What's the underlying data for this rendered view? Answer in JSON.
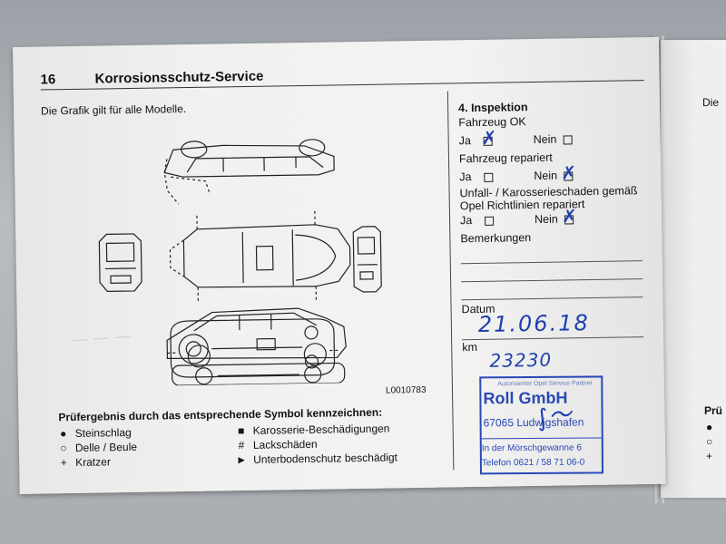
{
  "page": {
    "number": "16",
    "title": "Korrosionsschutz-Service",
    "intro": "Die Grafik gilt für alle Modelle.",
    "figure_code": "L0010783"
  },
  "legend": {
    "title": "Prüfergebnis durch das entsprechende Symbol kennzeichnen:",
    "items": [
      {
        "symbol": "●",
        "label": "Steinschlag"
      },
      {
        "symbol": "○",
        "label": "Delle / Beule"
      },
      {
        "symbol": "+",
        "label": "Kratzer"
      },
      {
        "symbol": "■",
        "label": "Karosserie-Beschädigungen"
      },
      {
        "symbol": "#",
        "label": "Lackschäden"
      },
      {
        "symbol": "►",
        "label": "Unterbodenschutz beschädigt"
      }
    ]
  },
  "inspection": {
    "title": "4. Inspektion",
    "q1": "Fahrzeug OK",
    "q2": "Fahrzeug repariert",
    "q3_line1": "Unfall- / Karosserieschaden gemäß",
    "q3_line2": "Opel Richtlinien repariert",
    "yes": "Ja",
    "no": "Nein",
    "remarks_label": "Bemerkungen",
    "date_label": "Datum",
    "date_value": "21.06.18",
    "km_label": "km",
    "km_value": "23230"
  },
  "stamp": {
    "small_text": "Autorisierter Opel Service Partner",
    "name": "Roll GmbH",
    "city": "67065 Ludwigshafen",
    "street": "In der Mörschgewanne 6",
    "phone": "Telefon 0621 / 58 71 06-0"
  },
  "right_page": {
    "intro": "Die",
    "legend_start": "Prü"
  },
  "colors": {
    "ink_blue": "#1f3fae",
    "stamp_blue": "#2948b8",
    "paper": "#f1f1f0"
  }
}
